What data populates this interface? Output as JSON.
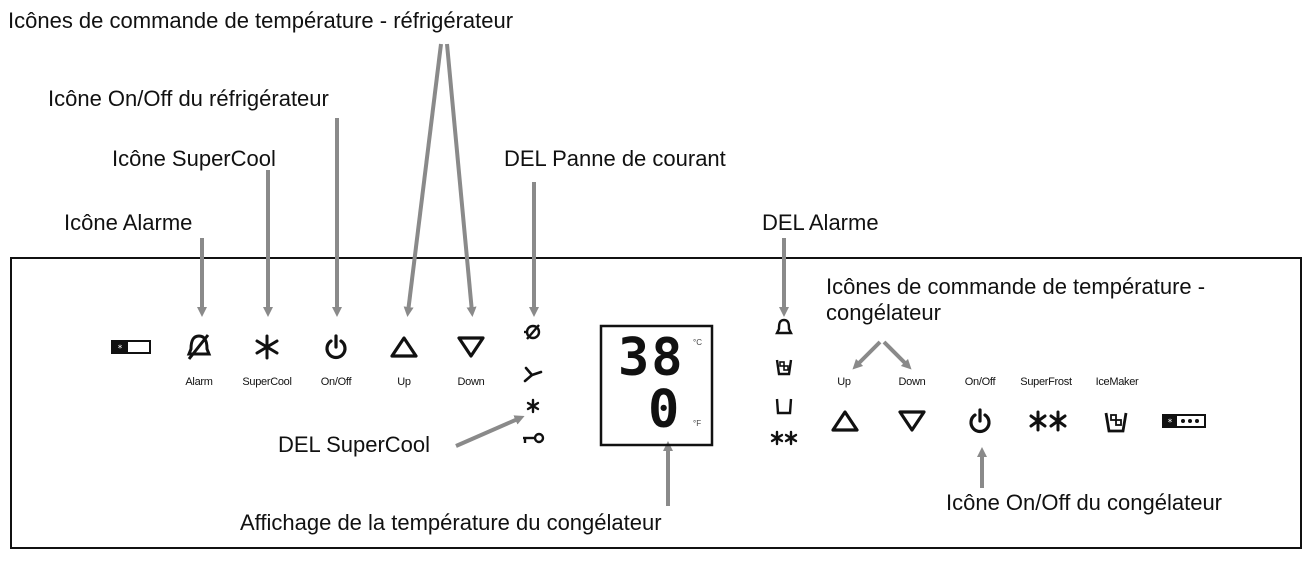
{
  "callouts": {
    "fridge_temp_controls": "Icônes de commande de température - réfrigérateur",
    "fridge_onoff": "Icône On/Off du réfrigérateur",
    "supercool_icon": "Icône SuperCool",
    "alarm_icon": "Icône Alarme",
    "power_failure_led": "DEL Panne de courant",
    "alarm_led": "DEL Alarme",
    "freezer_temp_controls": "Icônes de commande de température - congélateur",
    "supercool_led": "DEL SuperCool",
    "freezer_display": "Affichage de la température du congélateur",
    "freezer_onoff": "Icône On/Off du congélateur"
  },
  "fridge_buttons": [
    {
      "label": "Alarm",
      "icon": "alarm-off-icon"
    },
    {
      "label": "SuperCool",
      "icon": "snowflake-icon"
    },
    {
      "label": "On/Off",
      "icon": "power-icon"
    },
    {
      "label": "Up",
      "icon": "triangle-up-icon"
    },
    {
      "label": "Down",
      "icon": "triangle-down-icon"
    }
  ],
  "freezer_buttons": [
    {
      "label": "Up",
      "icon": "triangle-up-icon"
    },
    {
      "label": "Down",
      "icon": "triangle-down-icon"
    },
    {
      "label": "On/Off",
      "icon": "power-icon"
    },
    {
      "label": "SuperFrost",
      "icon": "double-snowflake-icon"
    },
    {
      "label": "IceMaker",
      "icon": "icemaker-icon"
    }
  ],
  "display": {
    "top_value": "38",
    "bottom_value": "0",
    "unit_c": "°C",
    "unit_f": "°F"
  },
  "colors": {
    "arrow": "#8a8a8a",
    "border": "#111111"
  }
}
